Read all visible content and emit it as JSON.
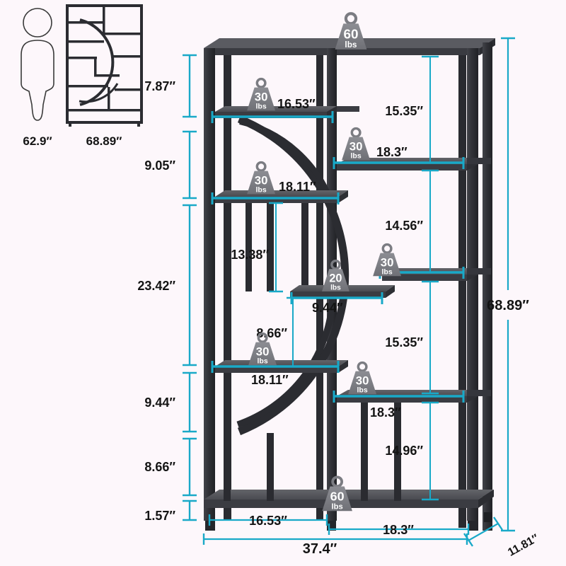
{
  "diagram": {
    "title": "Bookshelf dimension diagram",
    "unit_suffix": "″",
    "colors": {
      "background": "#fdf7fb",
      "dimension_line": "#19a9c8",
      "frame_dark": "#33343a",
      "frame_darker": "#1f2024",
      "shelf_top": "#5b5c62",
      "shelf_edge": "#3c3d43",
      "badge_fill": "#808187",
      "badge_text": "#ffffff",
      "text": "#141414",
      "silhouette_stroke": "#3a3a3a"
    }
  },
  "scale_reference": {
    "person": {
      "name": "person-silhouette",
      "label": "62.9″"
    },
    "shelf_thumbnail": {
      "name": "bookshelf-thumbnail",
      "label": "68.89″"
    }
  },
  "left_dimensions": [
    {
      "label": "7.87″",
      "value": 7.87
    },
    {
      "label": "9.05″",
      "value": 9.05
    },
    {
      "label": "23.42″",
      "value": 23.42
    },
    {
      "label": "9.44″",
      "value": 9.44
    },
    {
      "label": "8.66″",
      "value": 8.66
    },
    {
      "label": "1.57″",
      "value": 1.57
    }
  ],
  "right_dimensions": [
    {
      "label": "15.35″",
      "value": 15.35
    },
    {
      "label": "14.56″",
      "value": 14.56
    },
    {
      "label": "15.35″",
      "value": 15.35
    },
    {
      "label": "14.96″",
      "value": 14.96
    }
  ],
  "interior_dimensions": [
    {
      "label": "13.38″",
      "value": 13.38,
      "orientation": "vertical"
    },
    {
      "label": "8.66″",
      "value": 8.66,
      "orientation": "vertical"
    }
  ],
  "shelf_width_dimensions": [
    {
      "label": "16.53″",
      "value": 16.53,
      "shelf": "upper-left-shelf"
    },
    {
      "label": "18.3″",
      "value": 18.3,
      "shelf": "upper-right-shelf"
    },
    {
      "label": "18.11″",
      "value": 18.11,
      "shelf": "second-left-shelf"
    },
    {
      "label": "9.44″",
      "value": 9.44,
      "shelf": "center-small-shelf"
    },
    {
      "label": "18.11″",
      "value": 18.11,
      "shelf": "lower-left-shelf"
    },
    {
      "label": "18.3″",
      "value": 18.3,
      "shelf": "lower-right-shelf"
    }
  ],
  "base_dimensions": [
    {
      "label": "16.53″",
      "value": 16.53,
      "name": "base-left-span"
    },
    {
      "label": "18.3″",
      "value": 18.3,
      "name": "base-right-span"
    },
    {
      "label": "37.4″",
      "value": 37.4,
      "name": "overall-width"
    },
    {
      "label": "11.81″",
      "value": 11.81,
      "name": "overall-depth"
    }
  ],
  "overall_height": {
    "label": "68.89″",
    "value": 68.89,
    "name": "overall-height"
  },
  "weight_badges": [
    {
      "value": "60",
      "unit": "lbs",
      "name": "weight-badge-top"
    },
    {
      "value": "30",
      "unit": "lbs",
      "name": "weight-badge-upper-left"
    },
    {
      "value": "30",
      "unit": "lbs",
      "name": "weight-badge-upper-right"
    },
    {
      "value": "30",
      "unit": "lbs",
      "name": "weight-badge-second-left"
    },
    {
      "value": "20",
      "unit": "lbs",
      "name": "weight-badge-center"
    },
    {
      "value": "30",
      "unit": "lbs",
      "name": "weight-badge-middle-right"
    },
    {
      "value": "30",
      "unit": "lbs",
      "name": "weight-badge-lower-left"
    },
    {
      "value": "30",
      "unit": "lbs",
      "name": "weight-badge-lower-right"
    },
    {
      "value": "60",
      "unit": "lbs",
      "name": "weight-badge-bottom"
    }
  ]
}
